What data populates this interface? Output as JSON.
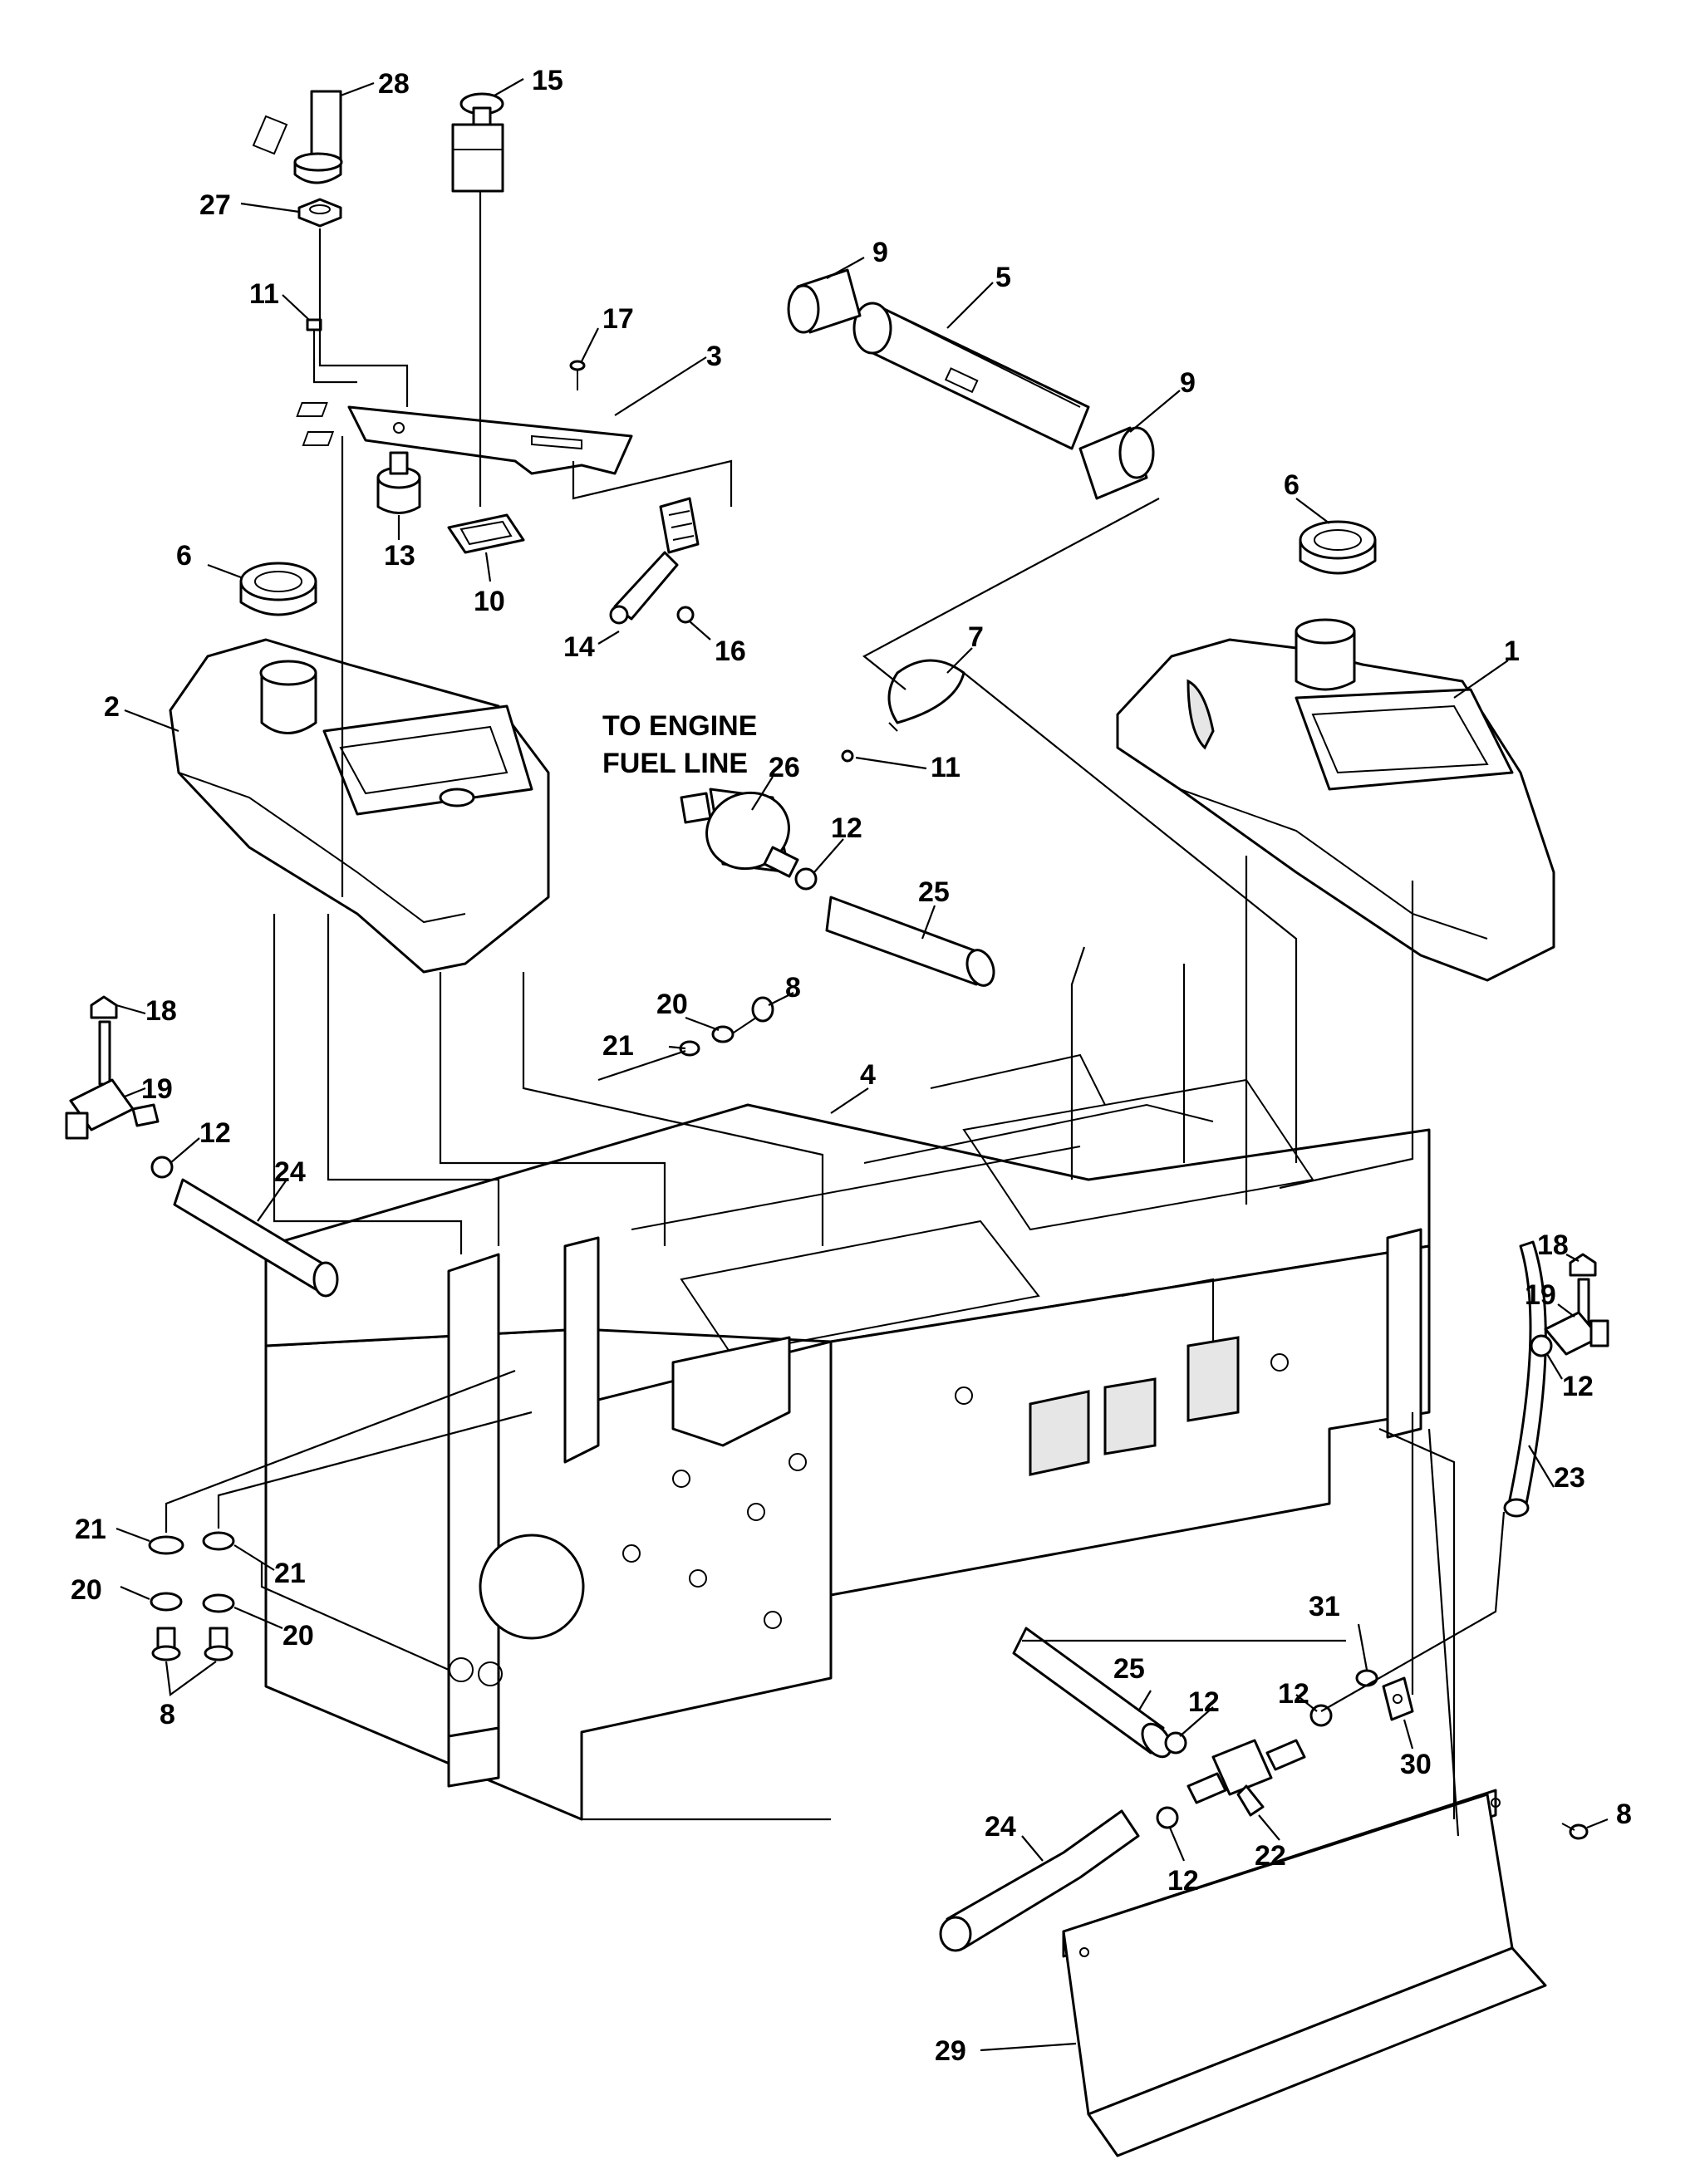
{
  "note": {
    "line1": "TO ENGINE",
    "line2": "FUEL LINE"
  },
  "callouts": [
    {
      "id": "c28",
      "label": "28"
    },
    {
      "id": "c15",
      "label": "15"
    },
    {
      "id": "c27",
      "label": "27"
    },
    {
      "id": "c11a",
      "label": "11"
    },
    {
      "id": "c17",
      "label": "17"
    },
    {
      "id": "c3",
      "label": "3"
    },
    {
      "id": "c9a",
      "label": "9"
    },
    {
      "id": "c5",
      "label": "5"
    },
    {
      "id": "c9b",
      "label": "9"
    },
    {
      "id": "c13",
      "label": "13"
    },
    {
      "id": "c10",
      "label": "10"
    },
    {
      "id": "c6a",
      "label": "6"
    },
    {
      "id": "c6b",
      "label": "6"
    },
    {
      "id": "c14",
      "label": "14"
    },
    {
      "id": "c16",
      "label": "16"
    },
    {
      "id": "c7",
      "label": "7"
    },
    {
      "id": "c1",
      "label": "1"
    },
    {
      "id": "c2",
      "label": "2"
    },
    {
      "id": "c11b",
      "label": "11"
    },
    {
      "id": "c26",
      "label": "26"
    },
    {
      "id": "c12a",
      "label": "12"
    },
    {
      "id": "c25a",
      "label": "25"
    },
    {
      "id": "c18a",
      "label": "18"
    },
    {
      "id": "c20a",
      "label": "20"
    },
    {
      "id": "c8a",
      "label": "8"
    },
    {
      "id": "c21a",
      "label": "21"
    },
    {
      "id": "c4",
      "label": "4"
    },
    {
      "id": "c19a",
      "label": "19"
    },
    {
      "id": "c12b",
      "label": "12"
    },
    {
      "id": "c24a",
      "label": "24"
    },
    {
      "id": "c18b",
      "label": "18"
    },
    {
      "id": "c19b",
      "label": "19"
    },
    {
      "id": "c12c",
      "label": "12"
    },
    {
      "id": "c23",
      "label": "23"
    },
    {
      "id": "c21b",
      "label": "21"
    },
    {
      "id": "c21c",
      "label": "21"
    },
    {
      "id": "c20b",
      "label": "20"
    },
    {
      "id": "c20c",
      "label": "20"
    },
    {
      "id": "c8b",
      "label": "8"
    },
    {
      "id": "c31",
      "label": "31"
    },
    {
      "id": "c25b",
      "label": "25"
    },
    {
      "id": "c12d",
      "label": "12"
    },
    {
      "id": "c12e",
      "label": "12"
    },
    {
      "id": "c30",
      "label": "30"
    },
    {
      "id": "c8c",
      "label": "8"
    },
    {
      "id": "c22",
      "label": "22"
    },
    {
      "id": "c24b",
      "label": "24"
    },
    {
      "id": "c12f",
      "label": "12"
    },
    {
      "id": "c29",
      "label": "29"
    }
  ]
}
